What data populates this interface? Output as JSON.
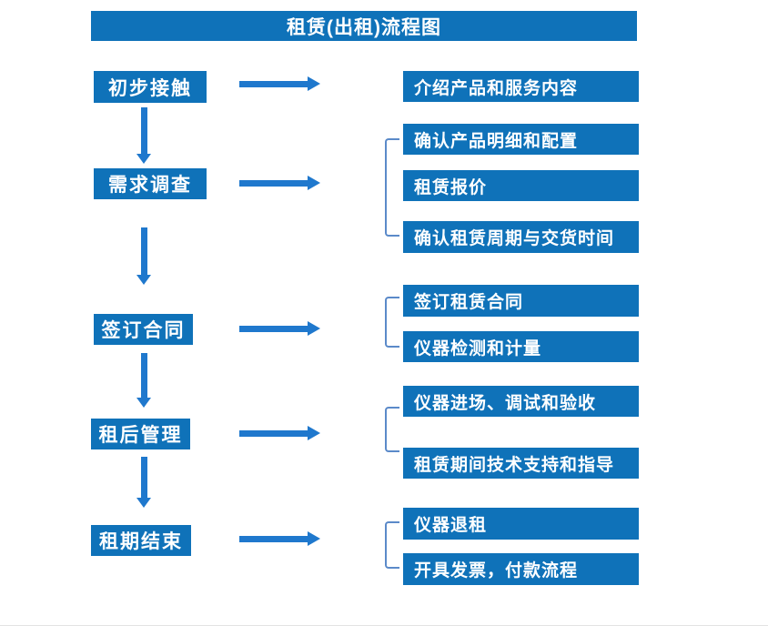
{
  "title": "租赁(出租)流程图",
  "colors": {
    "box_blue": "#0f72b9",
    "arrow_blue": "#1f78cd",
    "bracket_blue": "#5b8ac9",
    "text_white": "#ffffff"
  },
  "steps": [
    {
      "label": "初步接触",
      "outputs": [
        "介绍产品和服务内容"
      ]
    },
    {
      "label": "需求调查",
      "outputs": [
        "确认产品明细和配置",
        "租赁报价",
        "确认租赁周期与交货时间"
      ]
    },
    {
      "label": "签订合同",
      "outputs": [
        "签订租赁合同",
        "仪器检测和计量"
      ]
    },
    {
      "label": "租后管理",
      "outputs": [
        "仪器进场、调试和验收",
        "租赁期间技术支持和指导"
      ]
    },
    {
      "label": "租期结束",
      "outputs": [
        "仪器退租",
        "开具发票，付款流程"
      ]
    }
  ]
}
